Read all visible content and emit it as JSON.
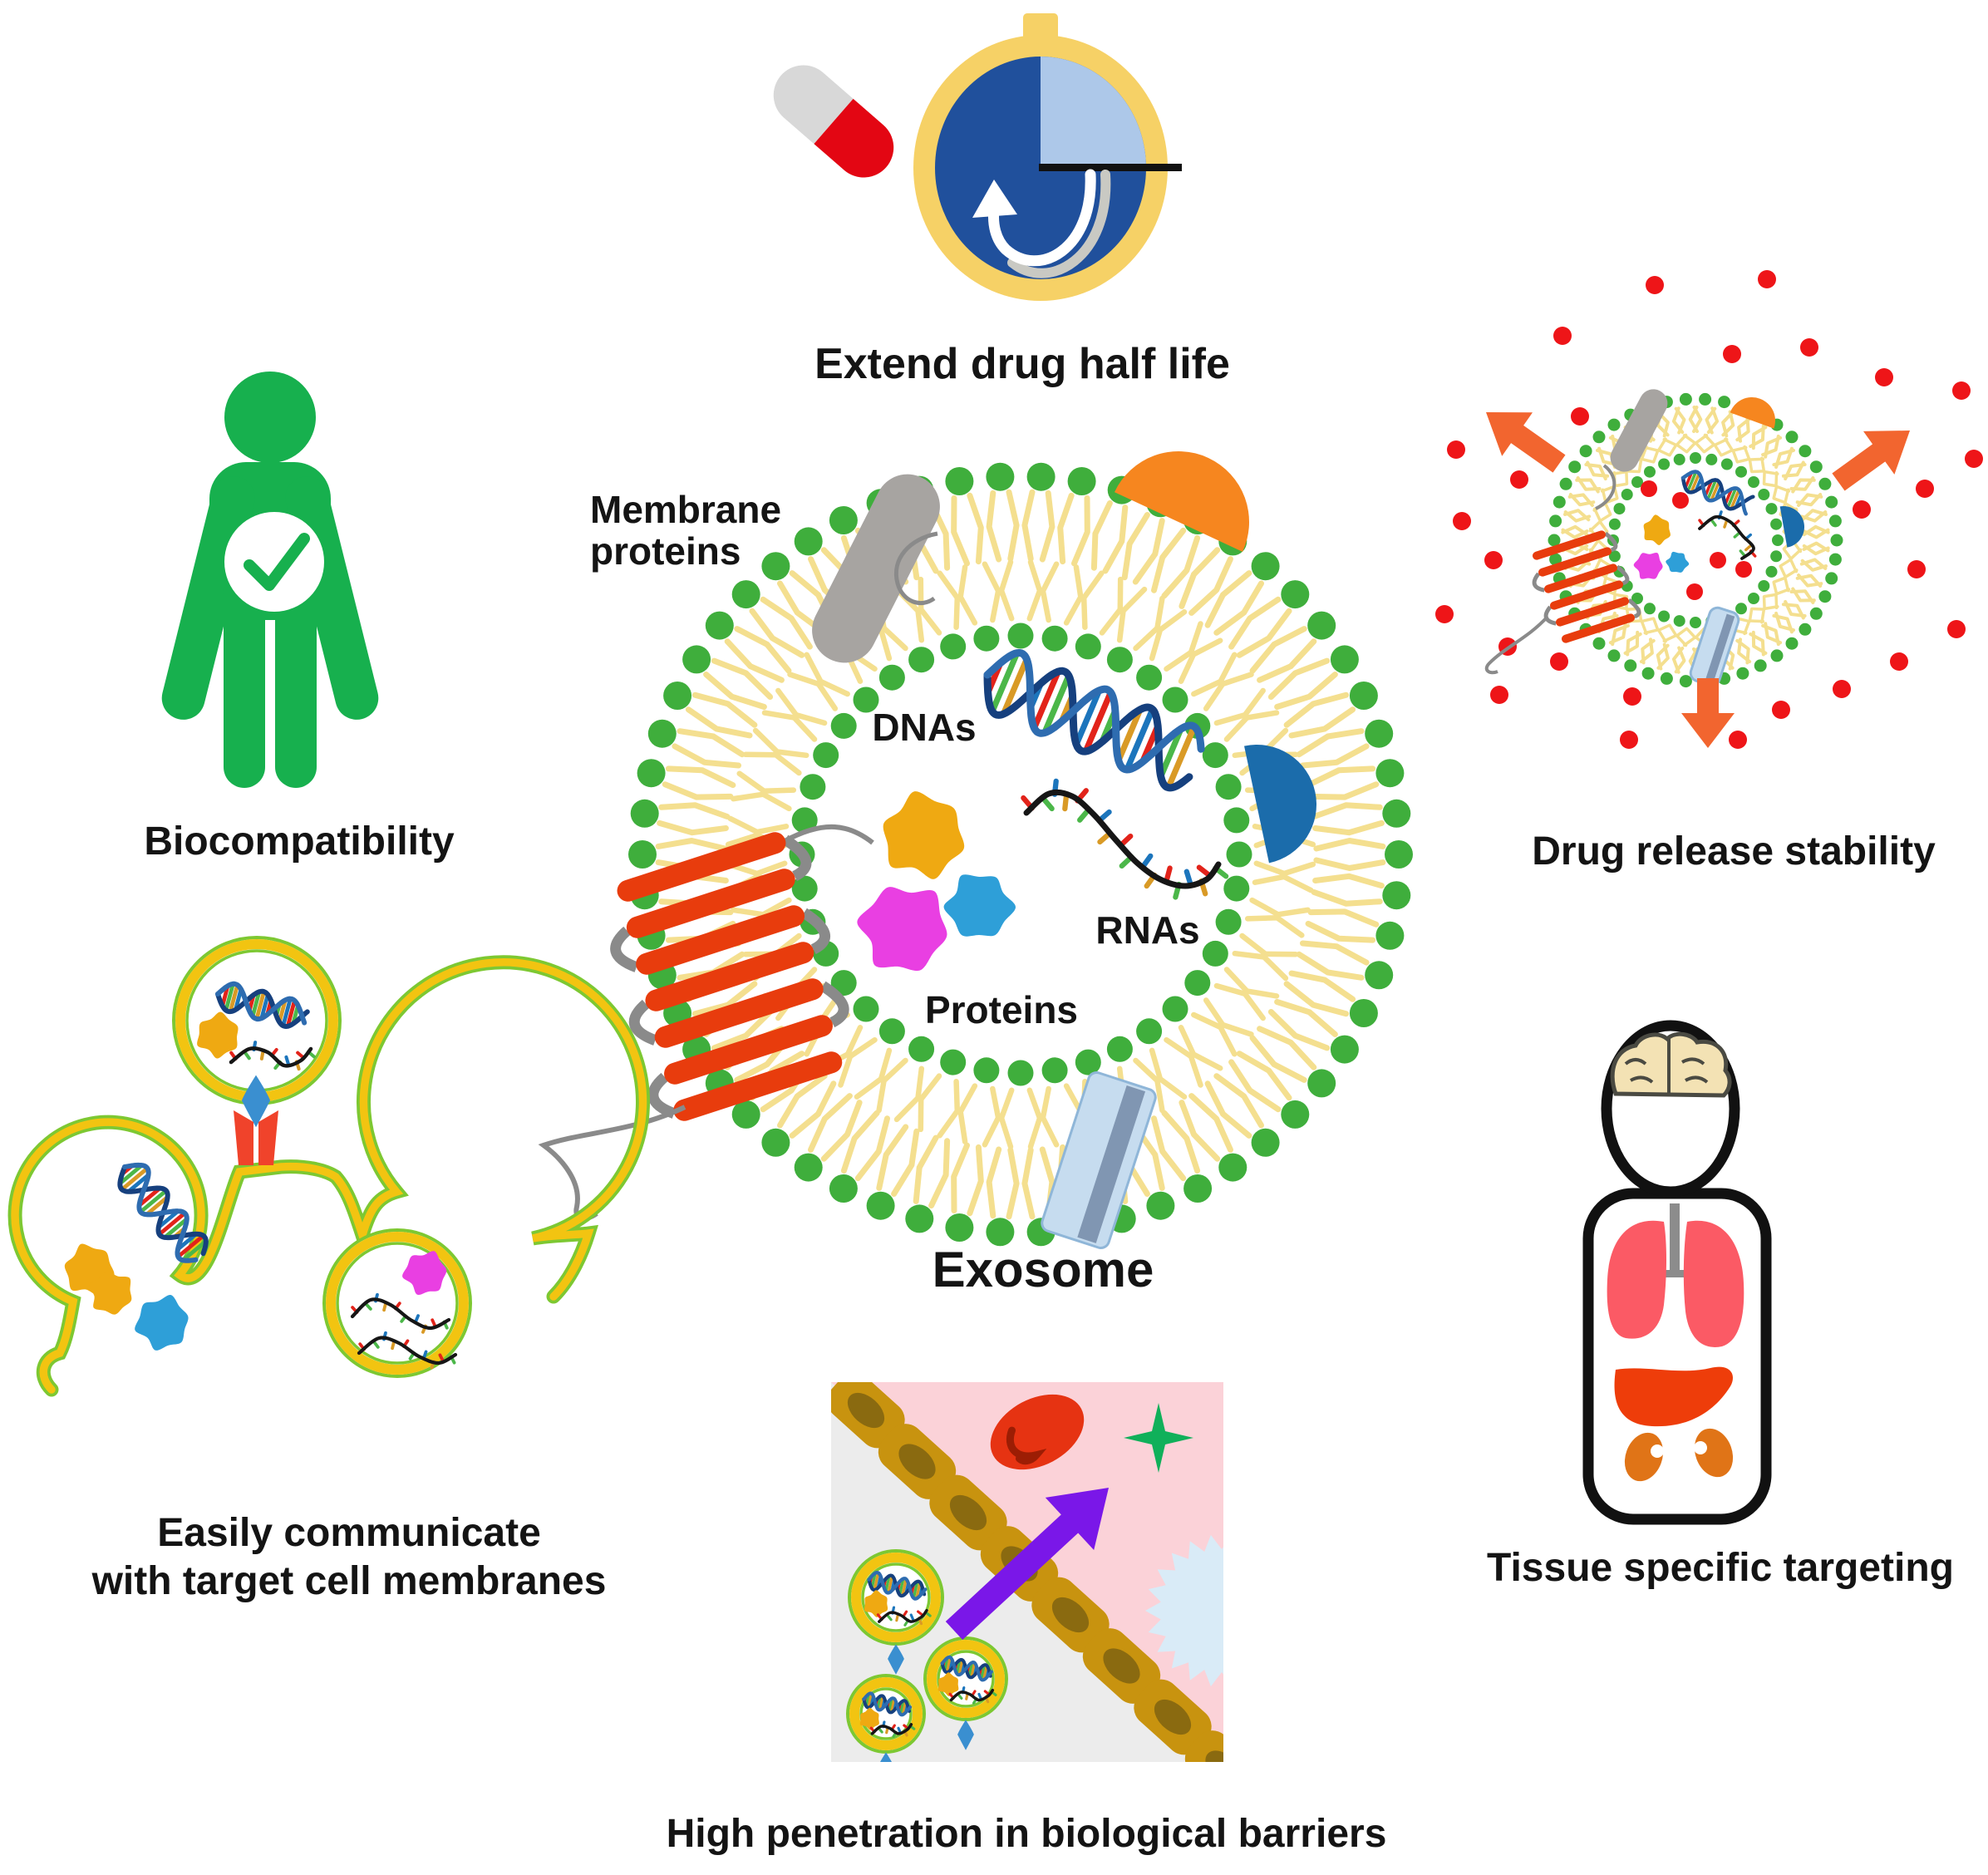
{
  "figure": {
    "type": "scientific-diagram",
    "subject": "Advantages of exosomes as drug delivery vehicles"
  },
  "labels": {
    "extend_drug_half_life": "Extend drug half life",
    "biocompatibility": "Biocompatibility",
    "membrane_proteins_line1": "Membrane",
    "membrane_proteins_line2": "proteins",
    "dnas": "DNAs",
    "rnas": "RNAs",
    "proteins": "Proteins",
    "exosome": "Exosome",
    "drug_release_stability": "Drug release stability",
    "communicate_line1": "Easily communicate",
    "communicate_line2": "with target cell membranes",
    "high_penetration": "High penetration in biological barriers",
    "tissue_targeting": "Tissue specific targeting"
  },
  "palette": {
    "text": "#141414",
    "lipid_head_green": "#3fae3c",
    "lipid_tail_yellow": "#f4df8f",
    "membrane_rod_gray": "#a7a4a1",
    "helix_red": "#e83c0d",
    "dome_orange": "#f6861f",
    "dome_blue": "#1b6cab",
    "channel_blue_fill": "#c6dcef",
    "channel_blue_stripe": "#8096b2",
    "channel_blue_stroke": "#8fb6d8",
    "loop_gray": "#8a8a8a",
    "person_green": "#17b04e",
    "watch_gold": "#f6d166",
    "watch_blue": "#20509c",
    "watch_lightblue": "#adc8e9",
    "watch_line_black": "#111111",
    "watch_arrow_gray": "#c9c9c3",
    "arrow_white": "#ffffff",
    "pill_gray": "#d8d8d8",
    "pill_red": "#e30613",
    "drug_dot_red": "#ee1518",
    "release_arrow_orange": "#f2652f",
    "dna_strand_dark": "#16407e",
    "dna_strand_light": "#2e6cb0",
    "base_red": "#e2231a",
    "base_green": "#4bb749",
    "base_orange": "#d99a26",
    "base_blue": "#1c75bc",
    "rna_black": "#161616",
    "protein_orange": "#efa912",
    "protein_magenta": "#e93fe2",
    "protein_blue": "#2e9fd8",
    "vesicle_yellow": "#f2c411",
    "vesicle_green": "#7dc832",
    "receptor_red": "#f0432b",
    "kite_blue": "#3a8fd0",
    "tissue_pink": "#fbd2d8",
    "tissue_gray": "#ececec",
    "tissue_cell": "#c8930f",
    "tissue_nucleus": "#8a6a10",
    "rbc_red": "#e63312",
    "rbc_line": "#9c1d04",
    "star_green": "#10b05a",
    "burst_blue": "#d9ebf7",
    "arrow_purple": "#7a17e8",
    "body_outline": "#111111",
    "brain_tan": "#f3e2b4",
    "brain_line": "#4a4a42",
    "lung_pink": "#fb5a65",
    "liver_red": "#ee3d0a",
    "kidney_orange": "#e07417",
    "trachea_gray": "#8c8c8c"
  }
}
